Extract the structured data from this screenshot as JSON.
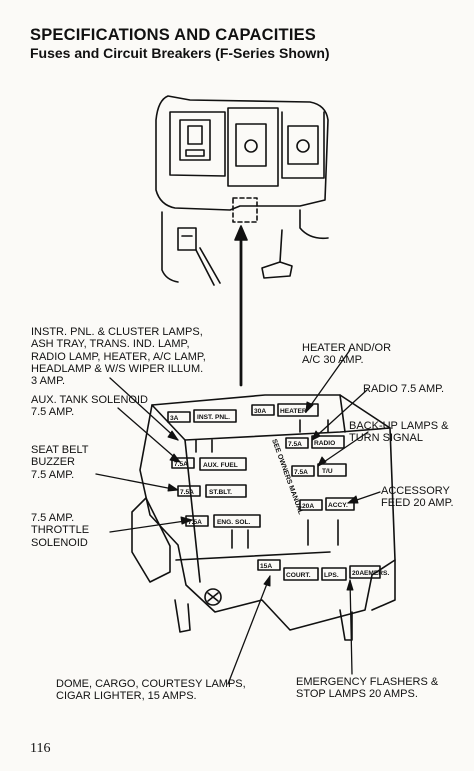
{
  "header": {
    "title": "SPECIFICATIONS AND CAPACITIES",
    "subtitle": "Fuses and Circuit Breakers (F-Series Shown)"
  },
  "callouts": {
    "instr_panel": "INSTR. PNL. & CLUSTER LAMPS,\nASH TRAY, TRANS. IND. LAMP,\nRADIO LAMP, HEATER, A/C LAMP,\nHEADLAMP & W/S WIPER ILLUM.\n3 AMP.",
    "aux_tank": "AUX. TANK SOLENOID\n7.5 AMP.",
    "seat_belt": "SEAT BELT\nBUZZER\n7.5 AMP.",
    "throttle": "7.5 AMP.\nTHROTTLE\nSOLENOID",
    "heater_ac": "HEATER AND/OR\nA/C 30 AMP.",
    "radio": "RADIO 7.5 AMP.",
    "backup": "BACK-UP LAMPS &\nTURN SIGNAL",
    "accessory": "ACCESSORY\nFEED 20 AMP.",
    "dome": "DOME, CARGO, COURTESY LAMPS,\nCIGAR LIGHTER, 15 AMPS.",
    "emergency": "EMERGENCY FLASHERS &\nSTOP LAMPS 20 AMPS."
  },
  "fuse_block": {
    "slot_3a": "3A",
    "slot_instr": "INST. PNL.",
    "slot_30a": "30A",
    "slot_heater": "HEATER",
    "slot_75a_1": "7.5A",
    "slot_aux": "AUX. FUEL",
    "slot_75a_2": "7.5A",
    "slot_stblt": "ST.BLT.",
    "slot_75a_3": "7.5A",
    "slot_eng": "ENG. SOL.",
    "slot_75a_4": "7.5A",
    "slot_radio": "RADIO",
    "slot_75a_5": "7.5A",
    "slot_tu": "T/U",
    "slot_20a_1": "20A",
    "slot_accy": "ACCY.",
    "slot_15a": "15A",
    "slot_court": "COURT.",
    "slot_lps": "LPS.",
    "slot_20a_2": "20A",
    "slot_emer": "EMERS.",
    "see_owners_manual": "SEE OWNERS MANUAL"
  },
  "page_number": "116"
}
